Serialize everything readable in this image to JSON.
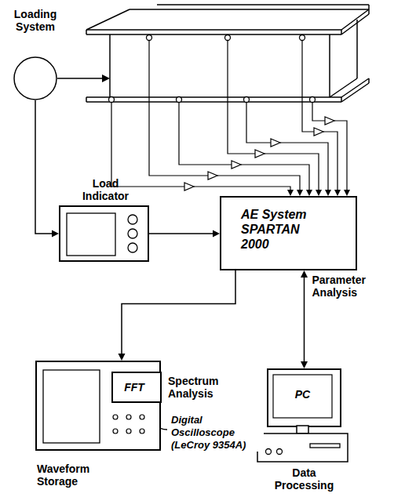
{
  "diagram": {
    "nodes": [
      {
        "text": [
          "Loading System"
        ]
      },
      {
        "text": [
          "Load Indicator"
        ]
      },
      {
        "text": [
          "AE System SPARTAN 2000"
        ]
      },
      {
        "text": [
          "Waveform Storage"
        ]
      },
      {
        "text": [
          "FFT",
          "Spectrum Analysis"
        ],
        "in": 3
      },
      {
        "text": [
          "PC",
          "Data Processing"
        ]
      }
    ],
    "edges": [
      {
        "from": 0,
        "to": 1,
        "arrow": "to"
      },
      {
        "from": 1,
        "to": 2,
        "arrow": "to"
      },
      {
        "from": 2,
        "to": 3,
        "arrow": "to"
      },
      {
        "from": 2,
        "to": 5,
        "arrow": "both",
        "label": "Parameter Analysis"
      }
    ],
    "labels": [
      "Digital Oscilloscope (LeCroy 9354A)"
    ]
  }
}
